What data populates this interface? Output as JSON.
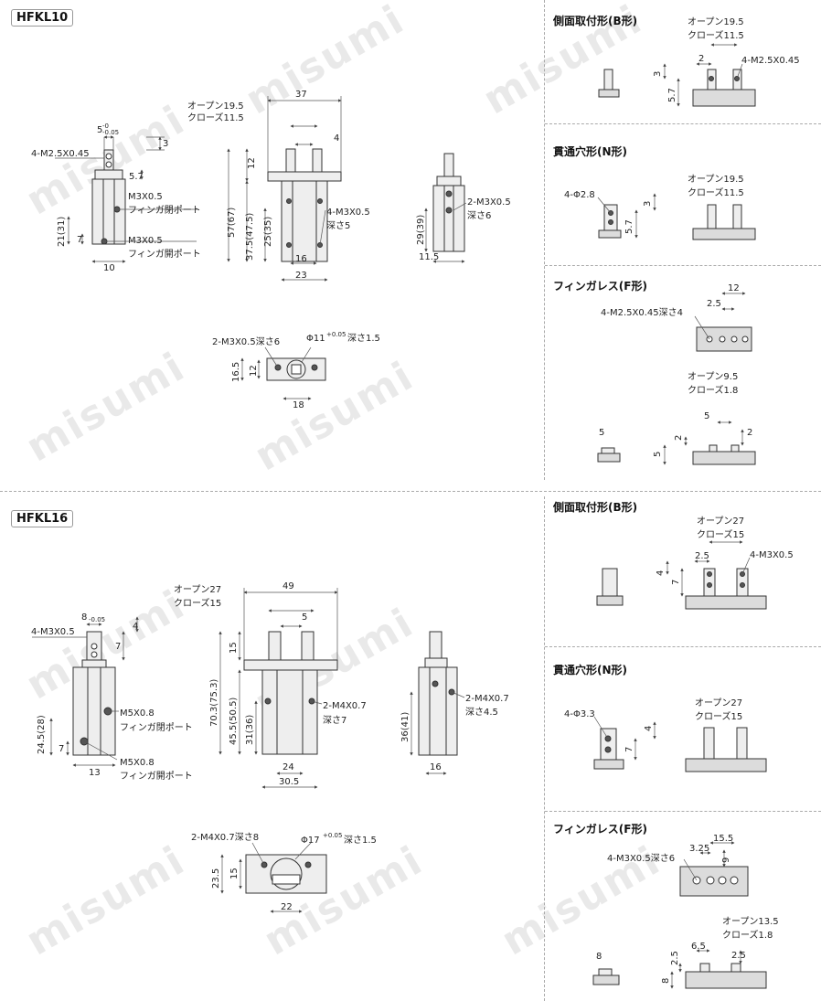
{
  "watermark": "misumi",
  "sections": {
    "hfkl10": {
      "model": "HFKL10",
      "front": {
        "d_top": "5",
        "tol_top": "-0\n-0.05",
        "d3": "3",
        "d57": "5.7",
        "tap": "4-M2.5X0.45",
        "port1": "M3X0.5",
        "port1_note": "フィンガ閉ポート",
        "port2": "M3X0.5",
        "port2_note": "フィンガ開ポート",
        "d21": "21(31)",
        "d7": "7",
        "d10": "10"
      },
      "main": {
        "d37": "37",
        "open": "オープン19.5",
        "close": "クローズ11.5",
        "d4": "4",
        "d12": "12",
        "d57": "57(67)",
        "d375": "37.5(47.5)",
        "d25": "25(35)",
        "tap": "4-M3X0.5",
        "depth": "深さ5",
        "d16": "16",
        "d23": "23"
      },
      "side": {
        "tap": "2-M3X0.5",
        "depth": "深さ6",
        "d29": "29(39)",
        "d115": "11.5"
      },
      "bottom": {
        "tap": "2-M3X0.5深さ6",
        "bore": "Φ11",
        "bore_depth": "深さ1.5",
        "d165": "16.5",
        "d12": "12",
        "d18": "18"
      }
    },
    "hfkl16": {
      "model": "HFKL16",
      "front": {
        "d_top": "8",
        "d4": "4",
        "d7": "7",
        "tap": "4-M3X0.5",
        "port1": "M5X0.8",
        "port1_note": "フィンガ閉ポート",
        "port2": "M5X0.8",
        "port2_note": "フィンガ開ポート",
        "d245": "24.5(28)",
        "d7b": "7",
        "d13": "13"
      },
      "main": {
        "d49": "49",
        "open": "オープン27",
        "close": "クローズ15",
        "d5": "5",
        "d15": "15",
        "d703": "70.3(75.3)",
        "d455": "45.5(50.5)",
        "d31": "31(36)",
        "tap": "2-M4X0.7",
        "depth": "深さ7",
        "d24": "24",
        "d305": "30.5"
      },
      "side": {
        "tap": "2-M4X0.7",
        "depth": "深さ4.5",
        "d36": "36(41)",
        "d16": "16"
      },
      "bottom": {
        "tap": "2-M4X0.7深さ8",
        "bore": "Φ17",
        "bore_depth": "深さ1.5",
        "d235": "23.5",
        "d15": "15",
        "d22": "22"
      }
    }
  },
  "panels": {
    "b10": {
      "title": "側面取付形(B形)",
      "open": "オープン19.5",
      "close": "クローズ11.5",
      "d2": "2",
      "tap": "4-M2.5X0.45",
      "d3": "3",
      "d57": "5.7"
    },
    "n10": {
      "title": "貫通穴形(N形)",
      "hole": "4-Φ2.8",
      "d3": "3",
      "d57": "5.7",
      "open": "オープン19.5",
      "close": "クローズ11.5"
    },
    "f10": {
      "title": "フィンガレス(F形)",
      "d12": "12",
      "d25": "2.5",
      "tap": "4-M2.5X0.45深さ4",
      "open": "オープン9.5",
      "close": "クローズ1.8",
      "d5": "5",
      "d2": "2",
      "d5b": "5",
      "d5c": "5",
      "d2b": "2"
    },
    "b16": {
      "title": "側面取付形(B形)",
      "open": "オープン27",
      "close": "クローズ15",
      "d25": "2.5",
      "tap": "4-M3X0.5",
      "d4": "4",
      "d7": "7"
    },
    "n16": {
      "title": "貫通穴形(N形)",
      "hole": "4-Φ3.3",
      "d4": "4",
      "d7": "7",
      "open": "オープン27",
      "close": "クローズ15"
    },
    "f16": {
      "title": "フィンガレス(F形)",
      "d155": "15.5",
      "d325": "3.25",
      "d9": "9",
      "tap": "4-M3X0.5深さ6",
      "open": "オープン13.5",
      "close": "クローズ1.8",
      "d8": "8",
      "d65": "6.5",
      "d25": "2.5",
      "d25b": "2.5",
      "d8b": "8"
    }
  },
  "colors": {
    "part": "#dcdcdc",
    "line": "#333333",
    "dim": "#555555",
    "watermark": "#e9e9e9"
  }
}
